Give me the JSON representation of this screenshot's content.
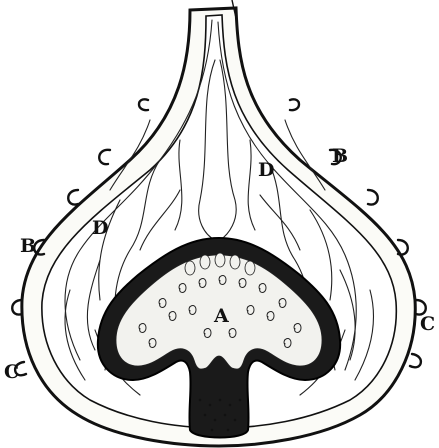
{
  "figure": {
    "labels": {
      "a": "A",
      "b_left": "B",
      "b_right": "B",
      "c_left": "C",
      "c_right": "C",
      "d_left": "D",
      "d_right": "D"
    }
  }
}
